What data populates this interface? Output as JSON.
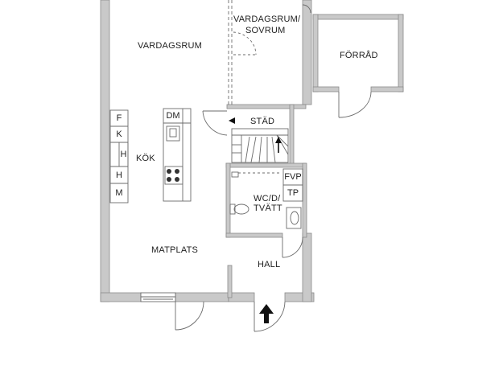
{
  "rooms": {
    "vardagsrum": "VARDAGSRUM",
    "vardagsrum_sovrum_line1": "VARDAGSRUM/",
    "vardagsrum_sovrum_line2": "SOVRUM",
    "forrad": "FÖRRÅD",
    "stad": "STÄD",
    "kok": "KÖK",
    "wc_line1": "WC/D/",
    "wc_line2": "TVÄTT",
    "matplats": "MATPLATS",
    "hall": "HALL"
  },
  "fixtures": {
    "f": "F",
    "k": "K",
    "h1": "H",
    "h2": "H",
    "m": "M",
    "dm": "DM",
    "fvp": "FVP",
    "tp": "TP"
  },
  "colors": {
    "wall": "#c9c9c9",
    "wall_stroke": "#8a8a8a",
    "line": "#6b6b6b"
  }
}
